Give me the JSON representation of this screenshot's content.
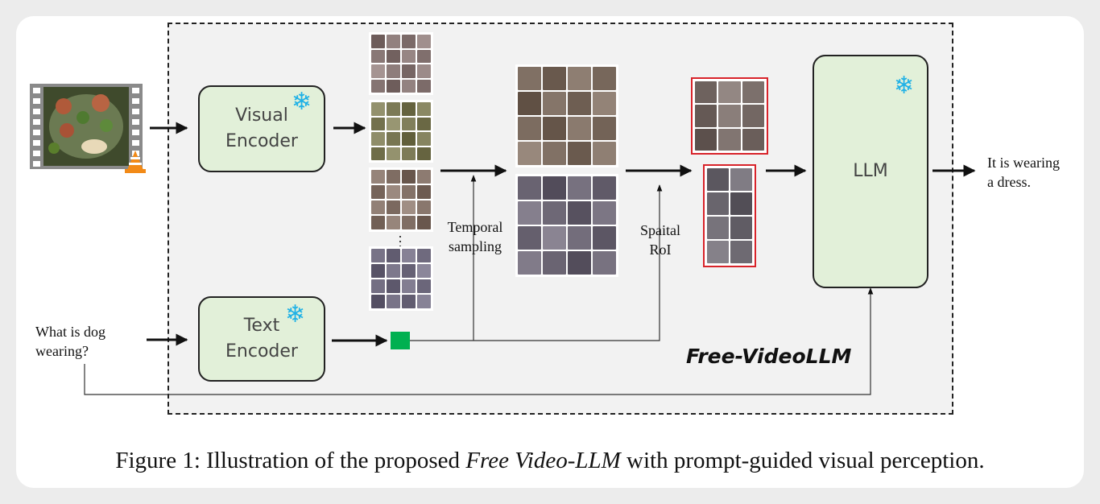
{
  "diagram": {
    "visual_encoder": "Visual\nEncoder",
    "text_encoder": "Text\nEncoder",
    "llm": "LLM",
    "question": "What is dog\nwearing?",
    "temporal": "Temporal\nsampling",
    "spatial": "Spaital\nRoI",
    "answer": "It is wearing\na dress.",
    "brand": "Free-VideoLLM"
  },
  "caption": {
    "prefix": "Figure 1: Illustration of the proposed ",
    "name": "Free Video-LLM",
    "suffix": " with prompt-guided visual perception."
  },
  "icons": {
    "frozen": "snowflake-icon",
    "video": "video-file-icon",
    "player": "vlc-cone-icon"
  },
  "colors": {
    "encoder_fill": "#e2f0d9",
    "token": "#00b050",
    "roi_border": "#d8232a",
    "frozen": "#1fb1e6"
  }
}
